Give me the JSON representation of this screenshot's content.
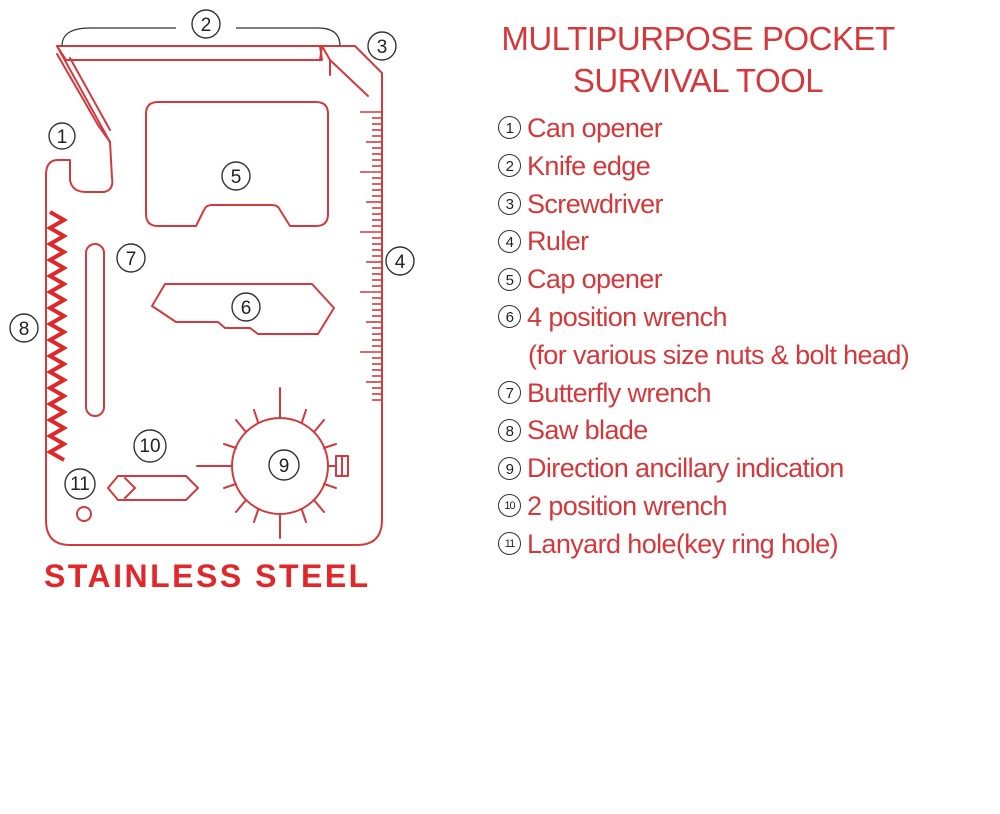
{
  "title": {
    "line1": "MULTIPURPOSE POCKET",
    "line2": "SURVIVAL TOOL"
  },
  "legend": [
    {
      "num": "1",
      "label": "Can opener"
    },
    {
      "num": "2",
      "label": "Knife edge"
    },
    {
      "num": "3",
      "label": "Screwdriver"
    },
    {
      "num": "4",
      "label": "Ruler"
    },
    {
      "num": "5",
      "label": "Cap opener"
    },
    {
      "num": "6",
      "label": "4 position wrench"
    },
    {
      "num": "",
      "label": "(for various size nuts & bolt head)"
    },
    {
      "num": "7",
      "label": "Butterfly wrench"
    },
    {
      "num": "8",
      "label": "Saw blade"
    },
    {
      "num": "9",
      "label": "Direction ancillary indication"
    },
    {
      "num": "10",
      "label": "2 position wrench"
    },
    {
      "num": "11",
      "label": "Lanyard hole(key ring hole)"
    }
  ],
  "callouts": [
    "1",
    "2",
    "3",
    "4",
    "5",
    "6",
    "7",
    "8",
    "9",
    "10",
    "11"
  ],
  "material_label": "STAINLESS STEEL",
  "colors": {
    "ink": "#d23a3d",
    "accent": "#e0282b",
    "callout": "#333333"
  }
}
